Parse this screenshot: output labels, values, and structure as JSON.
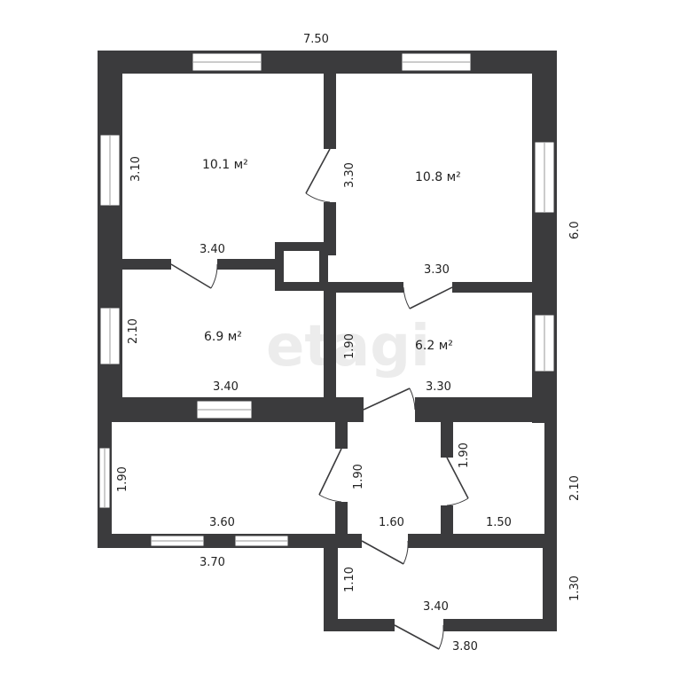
{
  "watermark": "etagi",
  "outer_dims": {
    "top_width": "7.50",
    "right_height": "6.0",
    "right_lower_1": "2.10",
    "right_lower_2": "1.30",
    "bottom_left": "3.70",
    "bottom_right": "3.80"
  },
  "rooms": [
    {
      "id": "room-top-left",
      "area": "10.1 м²",
      "width": "3.40",
      "height": "3.10"
    },
    {
      "id": "room-top-right",
      "area": "10.8 м²",
      "width": "3.30",
      "height": "3.30"
    },
    {
      "id": "room-mid-left",
      "area": "6.9 м²",
      "width": "3.40",
      "height": "2.10"
    },
    {
      "id": "room-mid-right",
      "area": "6.2 м²",
      "width": "3.30",
      "height": "1.90"
    },
    {
      "id": "room-lower-left",
      "width": "3.60",
      "height": "1.90"
    },
    {
      "id": "room-lower-center",
      "width": "1.60",
      "height": "1.90"
    },
    {
      "id": "room-lower-right",
      "width": "1.50",
      "height": "1.90"
    },
    {
      "id": "room-bottom-porch",
      "width": "3.40",
      "height": "1.10"
    }
  ]
}
